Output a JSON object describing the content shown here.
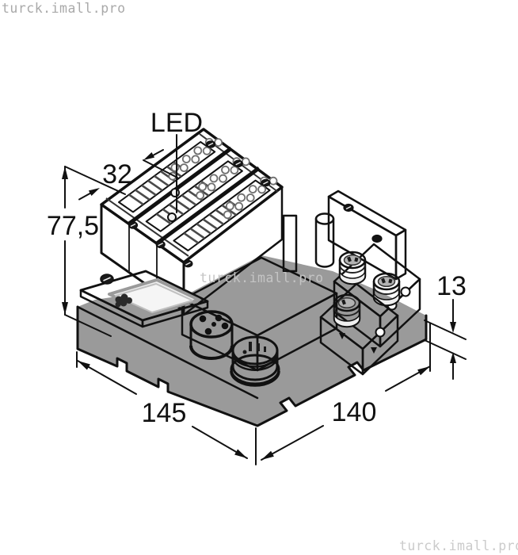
{
  "watermarks": {
    "top_left": "turck.imall.pro",
    "center": "turck.imall.pro",
    "bottom_right": "turck.imall.pro"
  },
  "drawing": {
    "subject": "Isometric dimensional drawing of a modular fieldbus I/O station (3 terminal slices, M12 and M8 round connectors, DIN-rail base)",
    "labels": {
      "led": "LED"
    },
    "dimensions": {
      "slice_width": "32",
      "overall_height": "77,5",
      "rail_step_height": "13",
      "overall_width": "145",
      "overall_depth": "140"
    }
  },
  "colors": {
    "body_gray": "#9c9c9c",
    "outline": "#111111",
    "label_white": "#f7f7f7",
    "watermark_gray": "#b4b4b4"
  }
}
